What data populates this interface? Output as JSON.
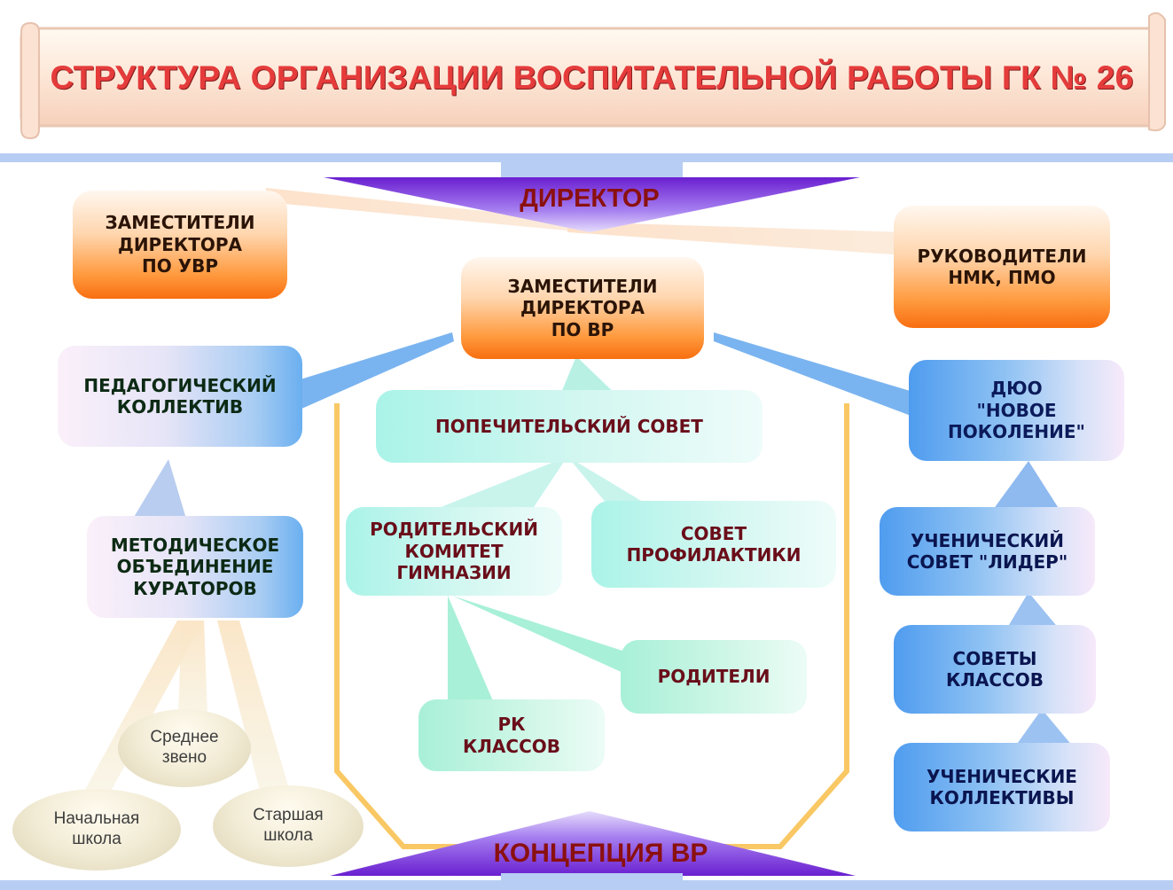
{
  "title": "СТРУКТУРА ОРГАНИЗАЦИИ ВОСПИТАТЕЛЬНОЙ РАБОТЫ ГК № 26",
  "top_label": "ДИРЕКТОР",
  "bottom_label": "КОНЦЕПЦИЯ ВР",
  "nodes": {
    "deputy_uvr": "ЗАМЕСТИТЕЛИ\nДИРЕКТОРА\nПО УВР",
    "deputy_vr": "ЗАМЕСТИТЕЛИ\nДИРЕКТОРА\nПО ВР",
    "nmk_pmo": "РУКОВОДИТЕЛИ\nНМК, ПМО",
    "ped_staff": "ПЕДАГОГИЧЕСКИЙ\nКОЛЛЕКТИВ",
    "method_assoc": "МЕТОДИЧЕСКОЕ\nОБЪЕДИНЕНИЕ\nКУРАТОРОВ",
    "trustees": "ПОПЕЧИТЕЛЬСКИЙ  СОВЕТ",
    "parent_committee": "РОДИТЕЛЬСКИЙ\nКОМИТЕТ\nГИМНАЗИИ",
    "prevention_council": "СОВЕТ\nПРОФИЛАКТИКИ",
    "parents": "РОДИТЕЛИ",
    "rk_classes": "РК\nКЛАССОВ",
    "dyuo": "ДЮО\n\"НОВОЕ\nПОКОЛЕНИЕ\"",
    "student_council": "УЧЕНИЧЕСКИЙ\nСОВЕТ \"ЛИДЕР\"",
    "class_councils": "СОВЕТЫ\nКЛАССОВ",
    "student_collectives": "УЧЕНИЧЕСКИЕ\nКОЛЛЕКТИВЫ"
  },
  "school_levels": {
    "middle": "Среднее\nзвено",
    "primary": "Начальная\nшкола",
    "senior": "Старшая\nшкола"
  },
  "colors": {
    "title_text": "#e53b3b",
    "label_text": "#8a1010",
    "triangle": "#7b2fd6",
    "rail": "#b7cdf3",
    "frame": "#f9c864"
  }
}
